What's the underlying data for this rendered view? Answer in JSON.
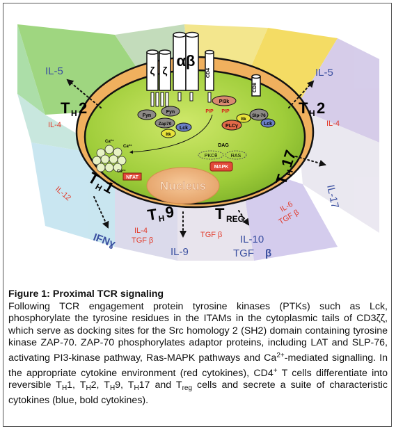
{
  "diagram": {
    "receptor": {
      "zeta1": "ζ",
      "zeta2": "ζ",
      "ab": "αβ",
      "cd4": "CD4",
      "cd8": "CD8"
    },
    "kinases": {
      "fyn1": "Fyn",
      "fyn2": "Fyn",
      "zap70": "Zap70",
      "lck1": "Lck",
      "itk1": "Itk",
      "pi3k": "PI3k",
      "pip_left": "PIP",
      "pip_right": "PIP",
      "itk2": "Itk",
      "slp76": "Slp-76",
      "plcg": "PLCγ",
      "lck2": "Lck"
    },
    "inner": {
      "dag": "DAG",
      "pkc": "PKCθ",
      "ras": "RAS",
      "mapk": "MAPK",
      "ca1": "Ca²⁺",
      "ca2": "Ca²⁺",
      "ca3": "Ca²⁺",
      "nfat": "NFAT",
      "nucleus": "Nucleus"
    },
    "subsets": {
      "th2_left": {
        "main": "T",
        "sub": "H",
        "num": "2"
      },
      "th2_right": {
        "main": "T",
        "sub": "H",
        "num": "2"
      },
      "th17": {
        "main": "T",
        "sub": "H",
        "num": "17"
      },
      "th1": {
        "main": "T",
        "sub": "H",
        "num": "1"
      },
      "th9": {
        "main": "T",
        "sub": "H",
        "num": "9"
      },
      "treg": {
        "main": "T",
        "sub": "REG"
      }
    },
    "red_cytokines": {
      "il4_left": "IL-4",
      "il4_right": "IL-4",
      "il12": "IL-12",
      "il4_th9": "IL-4",
      "tgfb_th9": "TGF β",
      "tgfb_treg": "TGF β",
      "il6": "IL-6",
      "tgfb_th17": "TGF β"
    },
    "blue_cytokines": {
      "il5_left": "IL-5",
      "il5_right": "IL-5",
      "il17": "IL-17",
      "ifng": "IFNɣ",
      "il9": "IL-9",
      "il10": "IL-10",
      "tgfb": "TGF",
      "beta": "β"
    },
    "colors": {
      "red": "#e23a2a",
      "blue": "#3a4fa0",
      "cell": "#9fce3a",
      "membrane": "#f2b260"
    }
  },
  "caption": {
    "title": "Figure 1: Proximal TCR signaling",
    "p1": "Following TCR engagement protein tyrosine kinases (PTKs) such as Lck, phosphorylate the tyrosine residues in the ITAMs in the cytoplasmic tails of CD3ζζ, which serve as docking sites for the Src homology 2 (SH2) domain containing tyrosine kinase ZAP-70. ZAP-70 phosphorylates adaptor proteins, including LAT and SLP-76, activating PI3-kinase pathway, Ras-MAPK pathways and Ca",
    "ca_sup": "2+",
    "p2": "-mediated signalling. In the appropriate cytokine environment (red cytokines), CD4",
    "cd4_sup": "+",
    "p3": " T cells differentiate into reversible T",
    "s1": "H",
    "p4": "1, T",
    "s2": "H",
    "p5": "2, T",
    "s3": "H",
    "p6": "9, T",
    "s4": "H",
    "p7": "17 and T",
    "s5": "reg",
    "p8": " cells and secrete a suite of characteristic cytokines (blue, bold cytokines)."
  }
}
